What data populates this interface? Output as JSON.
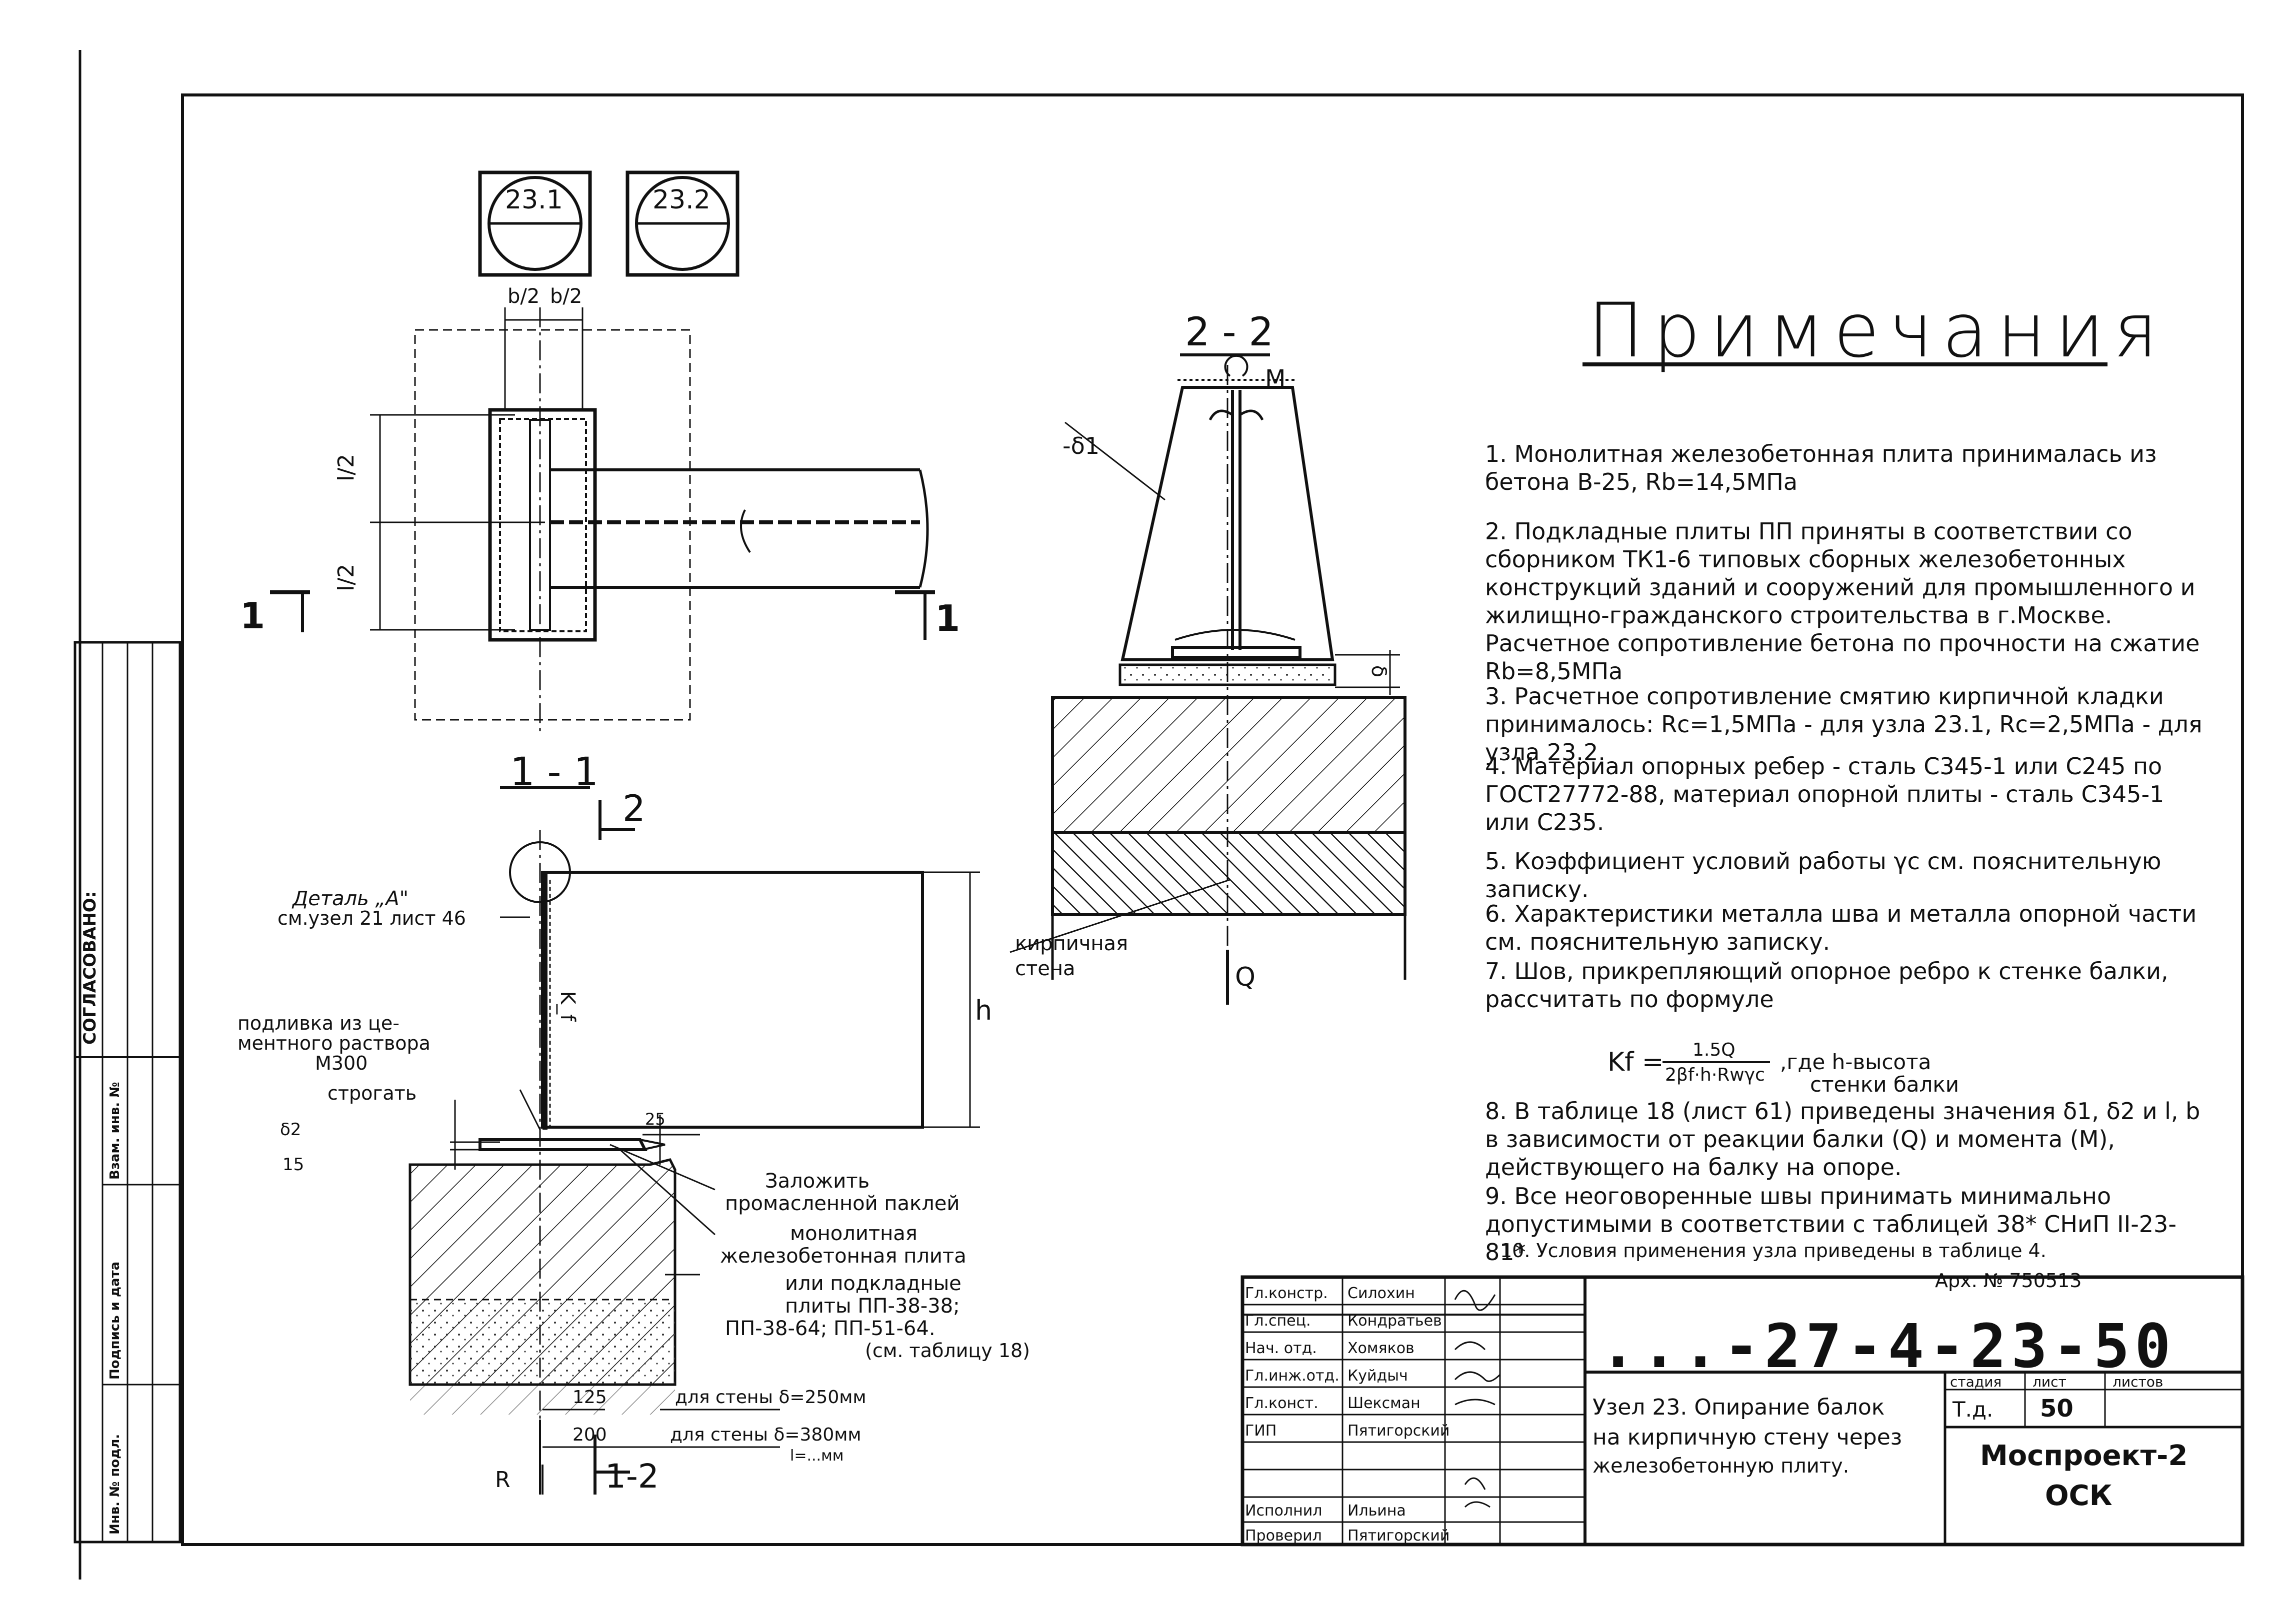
{
  "markers": {
    "m1": "23.1",
    "m2": "23.2"
  },
  "plan": {
    "dim_b1": "b/2",
    "dim_b2": "b/2",
    "dim_l1": "l/2",
    "dim_l2": "l/2",
    "cut_left": "1",
    "cut_right": "1"
  },
  "section_11": {
    "title": "1 - 1",
    "cut_label": "2",
    "detail_label": "Деталь „А\"",
    "detail_ref": "см.узел 21 лист 46",
    "dim_h": "h",
    "dim_kf": "K_f",
    "grout_1": "подливка из це-",
    "grout_2": "ментного раствора",
    "grout_3": "М300",
    "plane": "строгать",
    "dim_d2": "δ2",
    "dim_15": "15",
    "dim_25": "25",
    "fill_1": "Заложить",
    "fill_2": "промасленной паклей",
    "slab_1": "монолитная",
    "slab_2": "железобетонная плита",
    "slab_3": "или подкладные",
    "slab_4": "плиты ПП-38-38;",
    "slab_5": "ПП-38-64; ПП-51-64.",
    "slab_6": "(см. таблицу 18)",
    "dim_125": "125",
    "dim_200": "200",
    "wall_250": "для стены δ=250мм",
    "wall_380_1": "для стены δ=380мм",
    "wall_380_2": "l=...мм",
    "cut_bottom": "1-2",
    "r_label": "R"
  },
  "section_22": {
    "title": "2 - 2",
    "m_label": "M",
    "d1_label": "-δ1",
    "delta_label": "δ",
    "wall_1": "кирпичная",
    "wall_2": "стена",
    "q_label": "Q"
  },
  "notes": {
    "title": "Примечания",
    "items": [
      "1. Монолитная железобетонная плита принималась из бетона В-25, Rb=14,5МПа",
      "2. Подкладные плиты ПП приняты в соответствии со сборником ТК1-6 типовых сборных железобетонных конструкций зданий и сооружений для промышленного и жилищно-гражданского строительства в г.Москве. Расчетное сопротивление бетона по прочности на сжатие Rb=8,5МПа",
      "3. Расчетное сопротивление смятию кирпичной кладки принималось: Rc=1,5МПа - для узла 23.1, Rc=2,5МПа - для узла 23.2.",
      "4. Материал опорных ребер - сталь С345-1 или С245 по ГОСТ27772-88, материал опорной плиты - сталь С345-1 или С235.",
      "5. Коэффициент условий работы γc см. пояснительную записку.",
      "6. Характеристики металла шва и металла опорной части см. пояснительную записку.",
      "7. Шов, прикрепляющий опорное ребро к стенке балки, рассчитать по формуле",
      "8. В таблице 18 (лист 61) приведены значения δ1, δ2 и l, b в зависимости от реакции балки (Q) и момента (M), действующего на балку на опоре.",
      "9. Все неоговоренные швы принимать минимально допустимыми в соответствии с таблицей 38* СНиП II-23-81*",
      "10. Условия применения узла приведены в таблице 4."
    ],
    "formula_lhs": "Kf =",
    "formula_num": "1.5Q",
    "formula_den": "2βf·h·Rwγc",
    "formula_note_1": ",где h-высота",
    "formula_note_2": "стенки балки",
    "archive": "Арх. № 750513"
  },
  "side_stamp": {
    "agreed": "СОГЛАСОВАНО:",
    "inv_orig": "Инв. № подл.",
    "sign_date": "Подпись и дата",
    "inv_dup": "Взам. инв. №"
  },
  "title_block": {
    "code": "...-27-4-23-50",
    "roles": [
      "Гл.констр.",
      "Гл.спец.",
      "Нач. отд.",
      "Гл.инж.отд.",
      "Гл.конст.",
      "ГИП",
      "",
      "",
      "Исполнил",
      "Проверил"
    ],
    "names": [
      "Силохин",
      "Кондратьев",
      "Хомяков",
      "Куйдыч",
      "Шексман",
      "Пятигорский",
      "",
      "",
      "Ильина",
      "Пятигорский"
    ],
    "description_1": "Узел 23. Опирание балок",
    "description_2": "на кирпичную стену через",
    "description_3": "железобетонную плиту.",
    "stage_label": "стадия",
    "sheet_label": "лист",
    "sheets_label": "листов",
    "stage": "Т.д.",
    "sheet": "50",
    "sheets": "",
    "org_1": "Моспроект-2",
    "org_2": "ОСК"
  }
}
